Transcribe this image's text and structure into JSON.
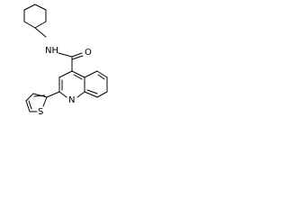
{
  "structure": {
    "atoms": {
      "amide_nitrogen": "NH",
      "carbonyl_oxygen": "O",
      "quinoline_nitrogen": "N",
      "thiophene_sulfur": "S"
    }
  }
}
